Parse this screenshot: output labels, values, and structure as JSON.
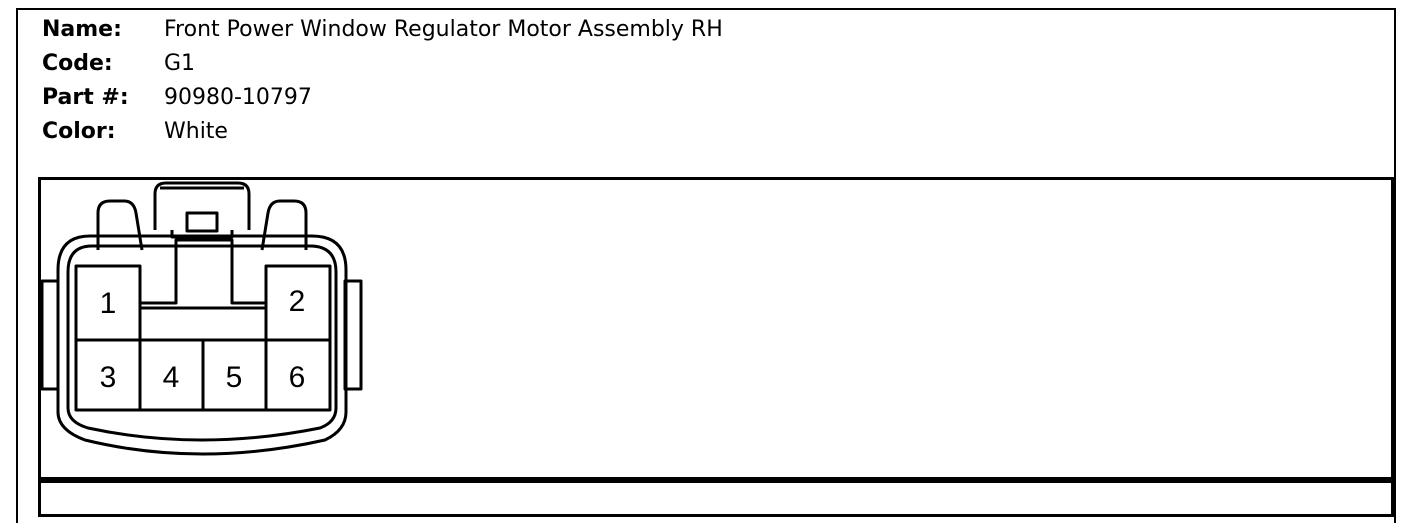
{
  "info": {
    "name_label": "Name:",
    "name_value": "Front Power Window Regulator Motor Assembly RH",
    "code_label": "Code:",
    "code_value": "G1",
    "part_label": "Part #:",
    "part_value": "90980-10797",
    "color_label": "Color:",
    "color_value": "White"
  },
  "connector": {
    "pins": [
      "1",
      "2",
      "3",
      "4",
      "5",
      "6"
    ]
  }
}
